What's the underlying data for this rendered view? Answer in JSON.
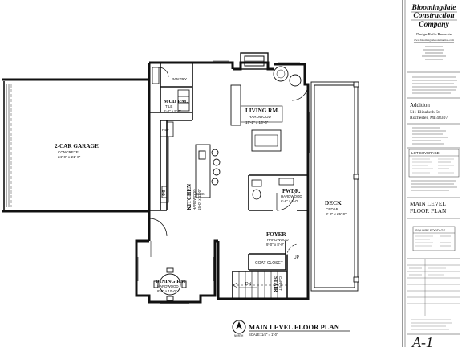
{
  "company": {
    "logo_line1": "Bloomingdale",
    "logo_line2": "Construction",
    "logo_line3": "Company",
    "tagline": "Design·Build·Renovate",
    "website": "www.bloomingdaleconstruction.com"
  },
  "project": {
    "name": "Addition",
    "street": "511 Elizabeth St.",
    "city": "Rochester, MI 48307"
  },
  "sheet": {
    "title_line1": "MAIN LEVEL",
    "title_line2": "FLOOR PLAN",
    "number": "A-1"
  },
  "panels": {
    "lot_coverage": "LOT COVERAGE",
    "square_footage": "SQUARE FOOTAGE"
  },
  "plan": {
    "title": "MAIN LEVEL FLOOR PLAN",
    "scale": "SCALE: 1/4\" = 1'-0\"",
    "north": "NORTH"
  },
  "rooms": {
    "garage": {
      "name": "2-CAR GARAGE",
      "finish": "CONCRETE",
      "size": "24'-0\" x 21'-0\""
    },
    "mud": {
      "name": "MUD RM.",
      "finish": "TILE",
      "size": "6'-0\" x 5'-6\""
    },
    "pantry": {
      "name": "PANTRY"
    },
    "living": {
      "name": "LIVING RM.",
      "finish": "HARDWOOD",
      "size": "17'-2\" x 13'-6\""
    },
    "kitchen": {
      "name": "KITCHEN",
      "finish": "HARDWOOD",
      "size": "15'-0\" x 11'-0\""
    },
    "ref": {
      "name": "REF"
    },
    "sink": {
      "name": "SINK"
    },
    "powder": {
      "name": "PWDR.",
      "finish": "HARDWOOD",
      "size": "6'-6\" x 6'-0\""
    },
    "deck": {
      "name": "DECK",
      "finish": "CEDAR",
      "size": "8'-0\" x 25'-0\""
    },
    "foyer": {
      "name": "FOYER",
      "finish": "HARDWOOD",
      "size": "9'-0\" x 8'-0\""
    },
    "coat": {
      "name": "COAT CLOSET"
    },
    "stair": {
      "name": "STAIR",
      "finish": "CARPET"
    },
    "dining": {
      "name": "DINING RM.",
      "finish": "HARDWOOD",
      "size": "8'-0\" x 10'-0\""
    },
    "up": "UP",
    "dn": "DN"
  }
}
